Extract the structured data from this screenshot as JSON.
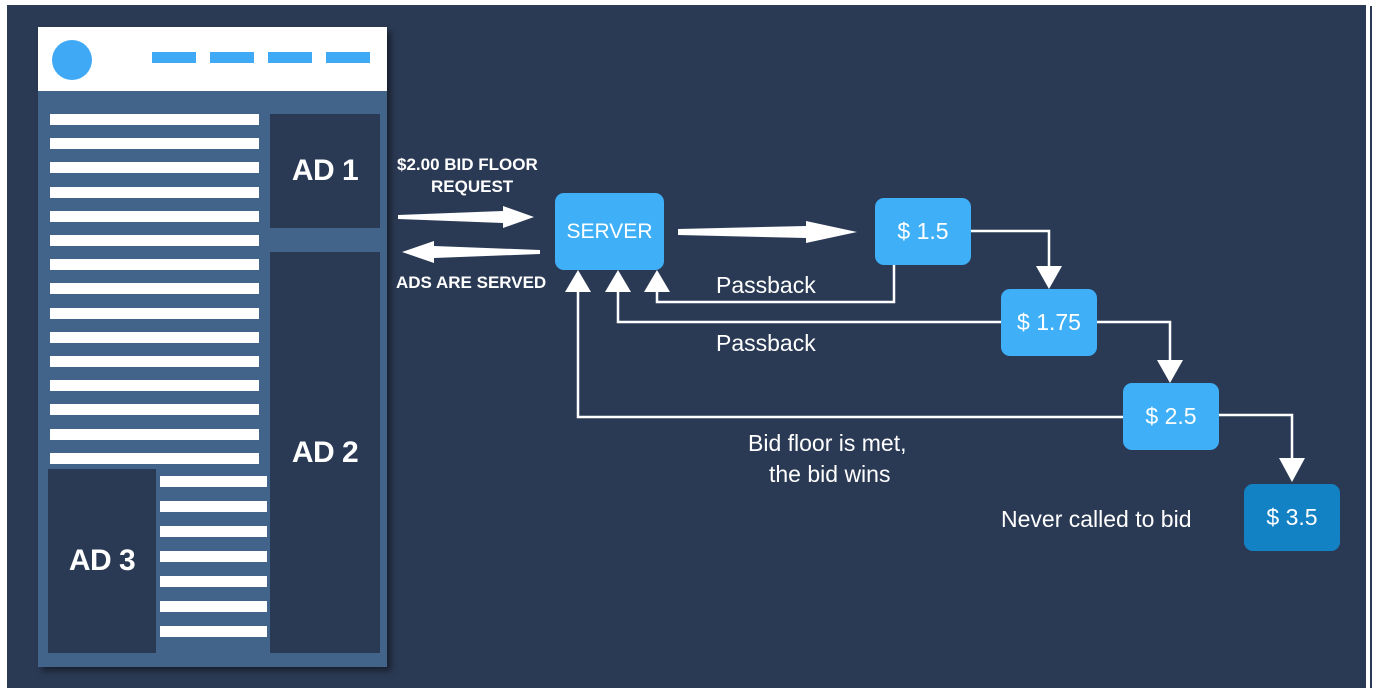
{
  "webpage": {
    "ad_slots": [
      "AD 1",
      "AD 2",
      "AD 3"
    ]
  },
  "request": {
    "line1": "$2.00 BID FLOOR",
    "line2": "REQUEST",
    "response": "ADS ARE SERVED"
  },
  "server": {
    "label": "SERVER"
  },
  "bids": [
    "$ 1.5",
    "$ 1.75",
    "$ 2.5",
    "$ 3.5"
  ],
  "annotations": {
    "passback_1": "Passback",
    "passback_2": "Passback",
    "win_line1": "Bid floor is met,",
    "win_line2": "the bid wins",
    "never_called": "Never called to bid"
  },
  "colors": {
    "background": "#2b3a54",
    "page": "#43648a",
    "accent": "#3fb0f8",
    "accent_dark": "#1382c4"
  }
}
